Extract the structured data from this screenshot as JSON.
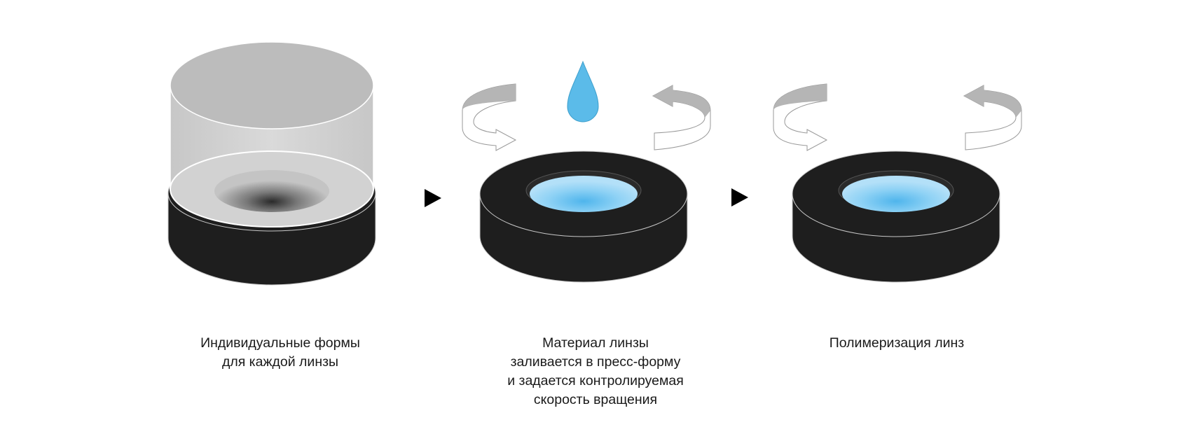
{
  "steps": [
    {
      "icon": "mold-with-lid-icon",
      "caption": [
        "Индивидуальные формы",
        "для каждой линзы"
      ]
    },
    {
      "icon": "spinning-mold-with-drop-icon",
      "caption": [
        "Материал линзы",
        "заливается в пресс-форму",
        "и задается контролируемая",
        "скорость вращения"
      ]
    },
    {
      "icon": "spinning-mold-icon",
      "caption": [
        "Полимеризация линз"
      ]
    }
  ],
  "colors": {
    "mold_body": "#1e1e1e",
    "lens_blue": "#7fcaf0",
    "drop_blue": "#5bbbe9",
    "lid_gray": "#c8c8c8",
    "arrow_gray": "#b5b5b5"
  }
}
